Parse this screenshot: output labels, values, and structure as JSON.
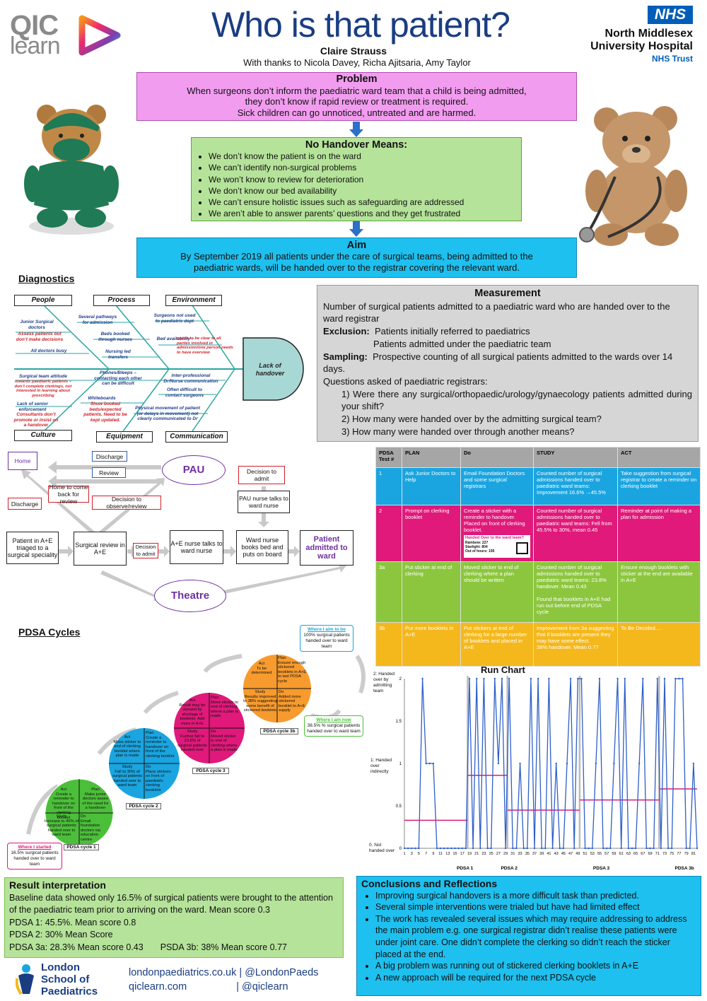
{
  "header": {
    "logo_qic": "QIC",
    "logo_learn": "learn",
    "title": "Who is that patient?",
    "author": "Claire Strauss",
    "thanks": "With thanks to Nicola Davey, Richa Ajitsaria, Amy Taylor",
    "nhs_badge": "NHS",
    "hospital_line1": "North Middlesex",
    "hospital_line2": "University Hospital",
    "hospital_line3": "NHS Trust"
  },
  "problem": {
    "title": "Problem",
    "line1": "When surgeons don’t inform the paediatric ward team that a child is being admitted,",
    "line2": "they don’t know if rapid review or treatment is required.",
    "line3": "Sick children can go unnoticed, untreated and are harmed."
  },
  "no_handover": {
    "title": "No Handover Means:",
    "items": [
      "We don’t know the patient is on the ward",
      "We can’t identify non-surgical problems",
      "We won’t know to review for deterioration",
      "We don’t know our bed availability",
      "We can’t ensure holistic issues such as safeguarding are addressed",
      "We aren’t able to answer parents’ questions and they get frustrated"
    ]
  },
  "aim": {
    "title": "Aim",
    "line1": "By September 2019 all patients under the care of surgical teams, being admitted to the",
    "line2": "paediatric wards, will be handed over to the registrar covering the relevant ward."
  },
  "diagnostics": {
    "title": "Diagnostics",
    "cat_people": "People",
    "cat_process": "Process",
    "cat_environment": "Environment",
    "cat_culture": "Culture",
    "cat_equipment": "Equipment",
    "cat_communication": "Communication",
    "head": "Lack of handover",
    "p1": "Junior Surgical doctors",
    "p1r": "Assess patients but don’t make decisions",
    "p2": "All doctors busy",
    "pr1": "Several pathways for admission",
    "pr2": "Beds booked through nurses",
    "pr3": "Nursing led transfers",
    "e1": "Surgeons not used to paediatric dept",
    "e2": "Bed availability –",
    "e2r": "needs to be clear to all parties involved in admission/one person needs to have overview",
    "c1": "Surgical team attitude",
    "c1r": "towards paediatric patients – don’t complete clerkings, not interested in learning about prescribing",
    "c2": "Lack of senior enforcement",
    "c2r": "Consultants don’t promote or insist on a handover",
    "q1": "Phones/Bleeps – contacting each other can be difficult",
    "q2": "Whiteboards",
    "q2r": "Show booked beds/expected patients. Need to be kept updated.",
    "m1": "Inter-professional Dr/Nurse communication",
    "m2": "Often difficult to contact surgeons",
    "m3": "Physical movement of patient (or delays in movement) not clearly communicated to Dr"
  },
  "measurement": {
    "title": "Measurement",
    "line1": "Number of surgical patients admitted to a paediatric ward who are handed over to the ward registrar",
    "exclusion_label": "Exclusion:",
    "exclusion1": "Patients initially referred to paediatrics",
    "exclusion2": "Patients admitted under the paediatric team",
    "sampling_label": "Sampling:",
    "sampling": "Prospective counting of all surgical patients admitted to the wards over 14 days.",
    "questions_label": "Questions asked of paediatric registrars:",
    "q1": "1) Were there any surgical/orthopaedic/urology/gynaecology patients admitted during your shift?",
    "q2": "2) How many were handed over by the admitting surgical team?",
    "q3": "3) How many were handed over through another means?"
  },
  "flow": {
    "home": "Home",
    "discharge_top": "Discharge",
    "review": "Review",
    "pau": "PAU",
    "decision_admit_right": "Decision to admit",
    "home_come_back": "Home to come back for review",
    "discharge_left": "Discharge",
    "decision_observe": "Decision to observe/review",
    "pau_nurse": "PAU nurse talks to ward nurse",
    "patient_ae": "Patient in A+E triaged to a surgical speciality",
    "surgical_review": "Surgical review in A+E",
    "decision_admit": "Decision to admit",
    "ae_nurse": "A+E nurse talks to ward nurse",
    "ward_nurse": "Ward nurse books bed and puts on board",
    "patient_admitted": "Patient admitted to ward",
    "theatre": "Theatre"
  },
  "pdsa_table": {
    "headers": [
      "PDSA Test #",
      "PLAN",
      "Do",
      "STUDY",
      "ACT"
    ],
    "rows": [
      {
        "id": "1",
        "plan": "Ask Junior Doctors to Help",
        "do": "Email Foundation Doctors and some surgical registrars",
        "study": "Counted number of surgical admissions handed over to paediatric ward teams: Improvement 16.6% →45.5%",
        "act": "Take suggestion from surgical registrar to create a reminder on clerking booklet",
        "color": "#1aa5e0"
      },
      {
        "id": "2",
        "plan": "Prompt on clerking booklet",
        "do": "Create a sticker with a reminder to handover. Placed on front of clerking booklet.",
        "study": "Counted number of surgical admissions handed over to paediatric ward teams: Fell from 45.5% to 30%, mean 0.45",
        "act": "Reminder at point of making a plan for admission",
        "color": "#e0197a"
      },
      {
        "id": "3a",
        "plan": "Put sticker at end of clerking",
        "do": "Moved sticker to end of clerking where a plan should be written",
        "study": "Counted number of surgical admissions handed over to paediatric ward teams: 23.8% handover. Mean 0.43\n\nFound that booklets in A+E had run out before end of PDSA cycle",
        "act": "Ensure enough booklets with sticker at the end are available in A+E",
        "color": "#8cc63e"
      },
      {
        "id": "3b",
        "plan": "Put more booklets in A+E",
        "do": "Put stickers at end of clerking for a large number of booklets and placed in A+E",
        "study": "Improvement from 3a suggesting that if booklets are present they may have some effect.\n38% handover. Mean 0.77",
        "act": "To Be Decided….",
        "color": "#f4b81c"
      }
    ],
    "sticker_title": "Handed Over to the ward team?",
    "sticker_lines": [
      "Rainbow: 227",
      "Starlight: 804",
      "Out of hours: 195"
    ]
  },
  "pdsa_cycles": {
    "title": "PDSA Cycles",
    "started_title": "Where I started",
    "started_text": "16.5% surgical patients handed over to ward team",
    "now_title": "Where I am now",
    "now_text": "38.5% % surgical patients handed over to ward team",
    "aim_title": "Where I aim to be",
    "aim_text": "100% surgical patients handed over to ward team",
    "c1": {
      "label": "PDSA cycle 1",
      "act": "Act\nCreate a reminder to handover on front of the clerking booklet",
      "plan": "Plan\nMake junior doctors aware of the need for a handover",
      "study": "Study\nIncrease to 45% of surgical patients handed over to ward team",
      "do": "Do\nEmail foundation doctors via education centre"
    },
    "c2": {
      "label": "PDSA cycle 2",
      "act": "Act\nMove sticker to end of clerking booklet where plan is made",
      "plan": "Plan\nCreate a reminder to handover on front of the clerking booklet",
      "study": "Study\nFall to 30% of surgical patients handed over to ward team",
      "do": "Do\nPlace stickers on front of paediatric clerking booklets"
    },
    "c3": {
      "label": "PDSA cycle 3",
      "act": "Act\nResult may be skewed by shortage of booklets. Add more in A+E",
      "plan": "Plan\nMove sticker to end of clerking where a plan is made",
      "study": "Study\nFurther fall to 23.8% of surgical patients handed over",
      "do": "Do\nMoved sticker to end of clerking where a plan is made"
    },
    "c3b": {
      "label": "PDSA cycle 3b",
      "act": "Act\nTo be determined",
      "plan": "Plan\nEnsure enough stickered booklets in A+E to last PDSA cycle",
      "study": "Study\nResults improved to 38% suggesting some benefit of stickered booklets",
      "do": "Do\nAdded more stickered booklet to A+E supply"
    }
  },
  "chart_data": {
    "type": "line",
    "title": "Run Chart",
    "y_cat_labels": [
      "2: Handed over by admitting team",
      "1: Handed over indirectly",
      "0. Not handed over"
    ],
    "y_ticks": [
      0,
      0.5,
      1,
      1.5,
      2
    ],
    "ylim": [
      0,
      2
    ],
    "x_ticks": [
      1,
      3,
      5,
      7,
      9,
      11,
      13,
      15,
      17,
      19,
      21,
      23,
      25,
      27,
      29,
      31,
      33,
      35,
      37,
      39,
      41,
      43,
      45,
      47,
      49,
      51,
      53,
      55,
      57,
      59,
      61,
      63,
      65,
      67,
      69,
      71,
      73,
      75,
      77,
      79,
      81
    ],
    "xlim": [
      1,
      82
    ],
    "x": [
      1,
      2,
      3,
      4,
      5,
      6,
      7,
      8,
      9,
      10,
      11,
      12,
      13,
      14,
      15,
      16,
      17,
      18,
      19,
      20,
      21,
      22,
      23,
      24,
      25,
      26,
      27,
      28,
      29,
      30,
      31,
      32,
      33,
      34,
      35,
      36,
      37,
      38,
      39,
      40,
      41,
      42,
      43,
      44,
      45,
      46,
      47,
      48,
      49,
      50,
      51,
      52,
      53,
      54,
      55,
      56,
      57,
      58,
      59,
      60,
      61,
      62,
      63,
      64,
      65,
      66,
      67,
      68,
      69,
      70,
      71,
      72,
      73,
      74,
      75,
      76,
      77,
      78,
      79,
      80,
      81,
      82
    ],
    "y": [
      0,
      0,
      0,
      0,
      0,
      2,
      1,
      1,
      1,
      0,
      0,
      0,
      0,
      0,
      0,
      0,
      0,
      0,
      2,
      0,
      2,
      0,
      2,
      0,
      0,
      2,
      1,
      2,
      0,
      2,
      0,
      0,
      1,
      0,
      0,
      2,
      0,
      2,
      0,
      0,
      2,
      0,
      1,
      0,
      0,
      1,
      2,
      0,
      2,
      2,
      0,
      0,
      0,
      1,
      2,
      0,
      0,
      0,
      1,
      2,
      0,
      2,
      0,
      0,
      0,
      1,
      2,
      0,
      0,
      0,
      2,
      0,
      2,
      0,
      0,
      2,
      2,
      2,
      0,
      0,
      1,
      0
    ],
    "phase_labels": [
      "PDSA 1",
      "PDSA 2",
      "PDSA 3",
      "PDSA 3b"
    ],
    "phase_breaks": [
      18.5,
      29.5,
      49.5,
      71.5
    ],
    "means": [
      {
        "from": 1,
        "to": 18.5,
        "value": 0.33
      },
      {
        "from": 18.5,
        "to": 29.5,
        "value": 0.86
      },
      {
        "from": 29.5,
        "to": 49.5,
        "value": 0.45
      },
      {
        "from": 49.5,
        "to": 71.5,
        "value": 0.57
      },
      {
        "from": 71.5,
        "to": 82,
        "value": 0.7
      }
    ],
    "line_color": "#2e5fc9",
    "mean_color": "#e0197a"
  },
  "result": {
    "title": "Result interpretation",
    "line1": "Baseline data showed only 16.5% of surgical patients were brought to the attention of the paediatric team prior to arriving on the ward. Mean score 0.3",
    "line2": "PDSA 1: 45.5%. Mean score 0.8",
    "line3": "PDSA 2: 30% Mean Score",
    "line4a": "PDSA 3a: 28.3% Mean score 0.43",
    "line4b": "PSDA 3b: 38% Mean score 0.77"
  },
  "conclusions": {
    "title": "Conclusions and Reflections",
    "items": [
      "Improving surgical handovers is a more difficult task than predicted.",
      "Several simple interventions were trialed but have had limited effect",
      "The work has revealed several issues which may require addressing to address the main problem e.g. one surgical registrar didn’t realise these patients were  under joint care. One didn’t complete the clerking so didn’t reach the sticker placed at the end.",
      "A big problem was running out of stickered clerking booklets in A+E",
      "A new approach will be required for the next PDSA cycle"
    ]
  },
  "footer": {
    "lsp1": "London",
    "lsp2": "School of",
    "lsp3": "Paediatrics",
    "link1": "londonpaediatrics.co.uk",
    "sep1": "|",
    "handle1": "@LondonPaeds",
    "link2": "qiclearn.com",
    "sep2": "|",
    "handle2": "@qiclearn"
  },
  "colors": {
    "title": "#1a3d82",
    "problem": "#f29cf0",
    "no_handover": "#b5e39a",
    "aim": "#1ec0ef",
    "measurement": "#d6d6d6",
    "result": "#b5e39a",
    "conclusions": "#1ec0ef",
    "arrow": "#2b70c9",
    "nhs": "#005eb8",
    "pau": "#7030a0"
  }
}
